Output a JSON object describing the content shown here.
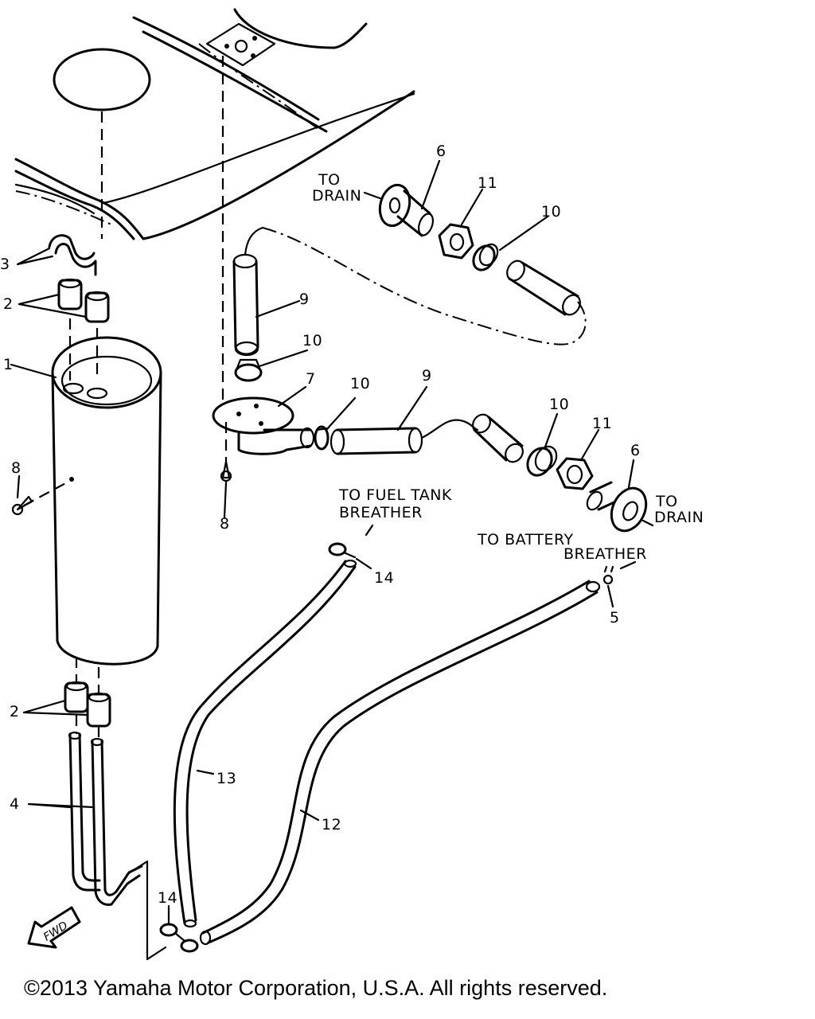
{
  "diagram": {
    "labels": {
      "callout_1": "1",
      "callout_2_top": "2",
      "callout_2_bottom": "2",
      "callout_3": "3",
      "callout_4": "4",
      "callout_5": "5",
      "callout_6_top": "6",
      "callout_6_bottom": "6",
      "callout_7": "7",
      "callout_8_left": "8",
      "callout_8_mid": "8",
      "callout_9_top": "9",
      "callout_9_mid": "9",
      "callout_10_a": "10",
      "callout_10_b": "10",
      "callout_10_c": "10",
      "callout_10_d": "10",
      "callout_11_top": "11",
      "callout_11_bottom": "11",
      "callout_12": "12",
      "callout_13": "13",
      "callout_14_mid": "14",
      "callout_14_bottom": "14",
      "to_drain_top_1": "TO",
      "to_drain_top_2": "DRAIN",
      "to_drain_bottom_1": "TO",
      "to_drain_bottom_2": "DRAIN",
      "fuel_tank_1": "TO FUEL TANK",
      "fuel_tank_2": "BREATHER",
      "battery_1": "TO BATTERY",
      "battery_2": "BREATHER",
      "fwd": "FWD"
    }
  },
  "footer": {
    "copyright": "©2013 Yamaha Motor Corporation, U.S.A. All rights reserved."
  }
}
